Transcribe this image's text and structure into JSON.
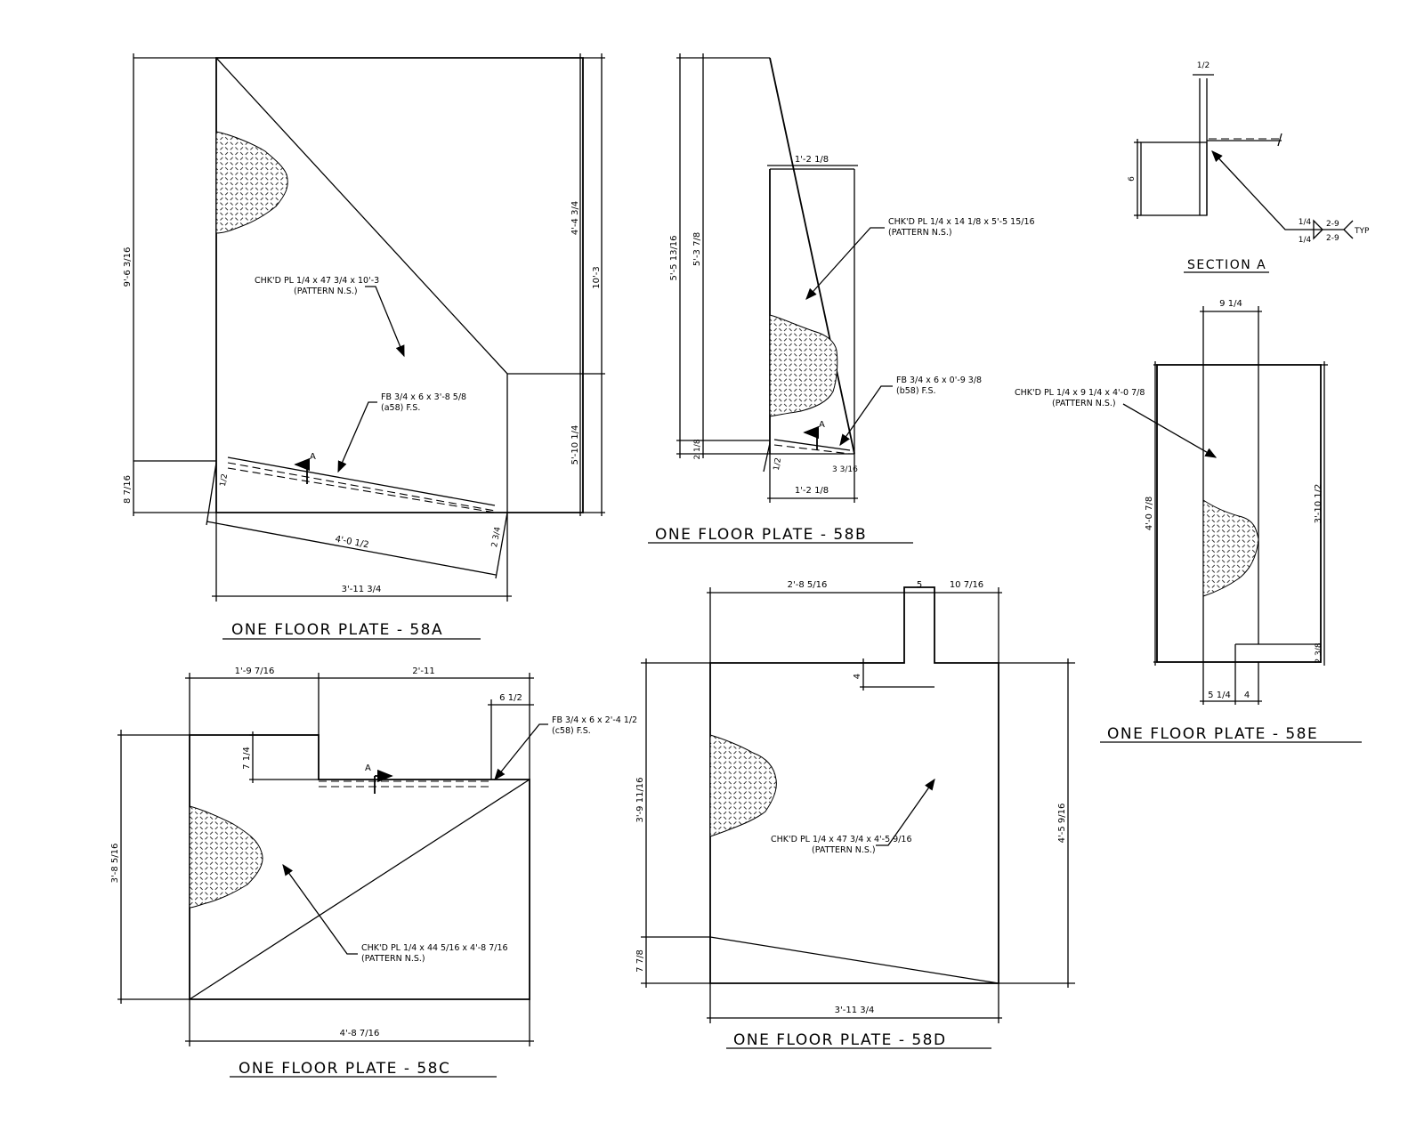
{
  "plate_58a": {
    "title": "ONE FLOOR PLATE - 58A",
    "dims": {
      "height_left": "9'-6 3/16",
      "right_upper": "4'-4 3/4",
      "right_total": "10'-3",
      "right_lower": "5'-10 1/4",
      "bottom_left": "8 7/16",
      "slope_len": "4'-0 1/2",
      "base": "3'-11 3/4",
      "small_a": "1/2",
      "small_b": "2 3/4"
    },
    "plate_note": [
      "CHK'D PL 1/4 x 47 3/4 x 10'-3",
      "(PATTERN N.S.)"
    ],
    "fb_note": [
      "FB 3/4 x 6 x 3'-8 5/8",
      "(a58) F.S."
    ],
    "section_mark": "A"
  },
  "plate_58b": {
    "title": "ONE FLOOR PLATE - 58B",
    "dims": {
      "outer_height": "5'-5 13/16",
      "inner_height": "5'-3 7/8",
      "top_width": "1'-2 1/8",
      "bottom_width": "1'-2 1/8",
      "left_small": "2 1/8",
      "small_a": "1/2",
      "small_b": "3 3/16"
    },
    "plate_note": [
      "CHK'D PL 1/4 x 14 1/8 x 5'-5 15/16",
      "(PATTERN N.S.)"
    ],
    "fb_note": [
      "FB 3/4 x 6 x 0'-9 3/8",
      "(b58) F.S."
    ],
    "section_mark": "A"
  },
  "plate_58c": {
    "title": "ONE FLOOR PLATE - 58C",
    "dims": {
      "top_left": "1'-9 7/16",
      "top_right": "2'-11",
      "notch_right": "6 1/2",
      "notch_height": "7 1/4",
      "height": "3'-8 5/16",
      "base": "4'-8 7/16"
    },
    "plate_note": [
      "CHK'D PL 1/4 x 44 5/16 x 4'-8 7/16",
      "(PATTERN N.S.)"
    ],
    "fb_note": [
      "FB 3/4 x 6 x 2'-4 1/2",
      "(c58) F.S."
    ],
    "section_mark": "A"
  },
  "plate_58d": {
    "title": "ONE FLOOR PLATE - 58D",
    "dims": {
      "top_left": "2'-8 5/16",
      "top_mid": "5",
      "top_right": "10 7/16",
      "notch_depth": "4",
      "left_height": "3'-9 11/16",
      "right_height": "4'-5 9/16",
      "bottom_left": "7 7/8",
      "base": "3'-11 3/4"
    },
    "plate_note": [
      "CHK'D PL 1/4 x 47 3/4 x 4'-5 9/16",
      "(PATTERN N.S.)"
    ]
  },
  "plate_58e": {
    "title": "ONE FLOOR PLATE - 58E",
    "dims": {
      "top_width": "9 1/4",
      "left_height": "4'-0 7/8",
      "right_height": "3'-10 1/2",
      "right_small": "2 3/8",
      "bottom_left": "5 1/4",
      "bottom_right": "4"
    },
    "plate_note": [
      "CHK'D PL 1/4 x 9 1/4 x 4'-0 7/8",
      "(PATTERN N.S.)"
    ]
  },
  "section_a": {
    "title": "SECTION A",
    "dims": {
      "top": "1/2",
      "height": "6"
    },
    "weld": {
      "upper": "1/4",
      "lower": "1/4",
      "spec_upper": "2-9",
      "spec_lower": "2-9",
      "typ": "TYP"
    }
  }
}
